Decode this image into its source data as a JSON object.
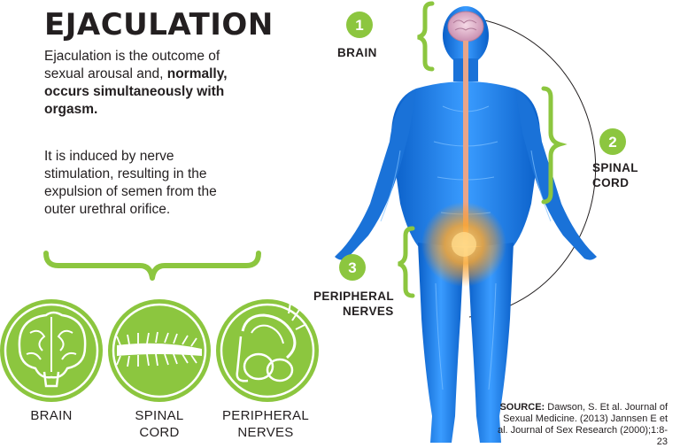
{
  "title": "EJACULATION",
  "paragraph1": {
    "part1": "Ejaculation is the outcome of sexual arousal and, ",
    "bold": "normally, occurs simultaneously with orgasm."
  },
  "paragraph2": "It is induced by nerve stimulation, resulting in the expulsion of semen from the outer urethral orifice.",
  "icons": [
    {
      "line1": "BRAIN",
      "line2": ""
    },
    {
      "line1": "SPINAL",
      "line2": "CORD"
    },
    {
      "line1": "PERIPHERAL",
      "line2": "NERVES"
    }
  ],
  "callouts": [
    {
      "number": "1",
      "line1": "BRAIN",
      "line2": ""
    },
    {
      "number": "2",
      "line1": "SPINAL",
      "line2": "CORD"
    },
    {
      "number": "3",
      "line1": "PERIPHERAL",
      "line2": "NERVES"
    }
  ],
  "source": {
    "label": "SOURCE:",
    "text": "Dawson, S. Et al. Journal of Sexual Medicine. (2013) Jannsen E et al. Journal of Sex Research (2000);1:8-23"
  },
  "colors": {
    "green": "#8cc63f",
    "green_dark": "#6fa52a",
    "body_blue": "#1f7fe0",
    "body_light": "#5fb0ff",
    "text": "#231f20",
    "glow": "#f7a531"
  },
  "icon_names": [
    "brain-icon",
    "spinal-cord-icon",
    "peripheral-nerves-icon",
    "human-body-figure"
  ]
}
